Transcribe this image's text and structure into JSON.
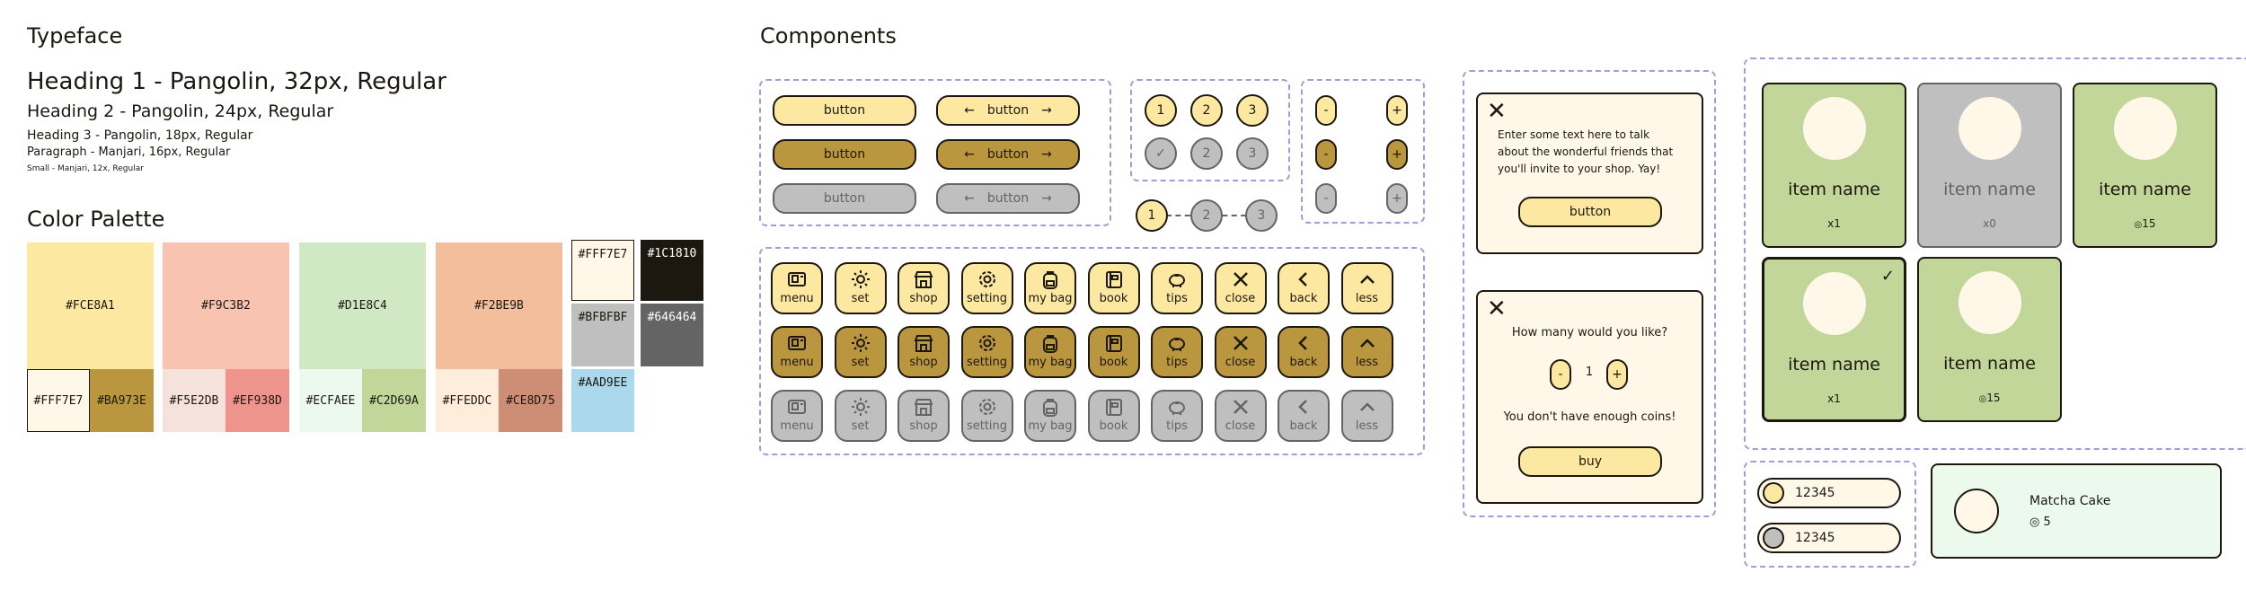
{
  "typeface": {
    "title": "Typeface",
    "h1": "Heading 1 - Pangolin, 32px, Regular",
    "h2": "Heading 2 - Pangolin, 24px, Regular",
    "h3": "Heading 3 - Pangolin, 18px, Regular",
    "para": "Paragraph - Manjari, 16px, Regular",
    "small": "Small - Manjari, 12x, Regular"
  },
  "palette": {
    "title": "Color Palette",
    "main": [
      {
        "label": "#FCE8A1",
        "color": "#FCE8A1"
      },
      {
        "label": "#F9C3B2",
        "color": "#F9C3B2"
      },
      {
        "label": "#D1E8C4",
        "color": "#D1E8C4"
      },
      {
        "label": "#F2BE9B",
        "color": "#F2BE9B"
      }
    ],
    "pairs": [
      {
        "light": "#FFF7E7",
        "dark": "#BA973E"
      },
      {
        "light": "#F5E2DB",
        "dark": "#EF938D"
      },
      {
        "light": "#ECFAEE",
        "dark": "#C2D69A"
      },
      {
        "light": "#FFEDDC",
        "dark": "#CE8D75"
      }
    ],
    "extra": [
      "#FFF7E7",
      "#1C1810",
      "#BFBFBF",
      "#646464",
      "#AAD9EE"
    ]
  },
  "components": {
    "title": "Components",
    "button_label": "button",
    "steps": [
      "1",
      "2",
      "3"
    ],
    "stepper": {
      "minus": "-",
      "plus": "+"
    },
    "icon_buttons": [
      "menu",
      "set",
      "shop",
      "setting",
      "my bag",
      "book",
      "tips",
      "close",
      "back",
      "less"
    ],
    "dialog1": {
      "text": "Enter some text here to talk about the wonderful friends that you'll invite to your shop. Yay!",
      "button": "button"
    },
    "dialog2": {
      "question": "How many would you like?",
      "minus": "-",
      "qty": "1",
      "plus": "+",
      "warning": "You don't have enough coins!",
      "button": "buy"
    },
    "items": [
      {
        "name": "item name",
        "sub": "x1",
        "state": "normal"
      },
      {
        "name": "item name",
        "sub": "x0",
        "state": "disabled"
      },
      {
        "name": "item name",
        "sub": "15",
        "state": "price"
      },
      {
        "name": "item name",
        "sub": "x1",
        "state": "selected"
      },
      {
        "name": "item name",
        "sub": "15",
        "state": "price"
      }
    ],
    "coins": [
      "12345",
      "12345"
    ],
    "product": {
      "name": "Matcha Cake",
      "price": "5"
    }
  },
  "colors": {
    "yellow": "#FCE8A1",
    "gold": "#BA973E",
    "grey": "#BFBFBF",
    "dark_grey": "#646464",
    "green": "#C2D69A",
    "cream": "#FFF7E7",
    "mint": "#ECFAEE",
    "ink": "#1C1810",
    "dash": "#A69BD8"
  }
}
